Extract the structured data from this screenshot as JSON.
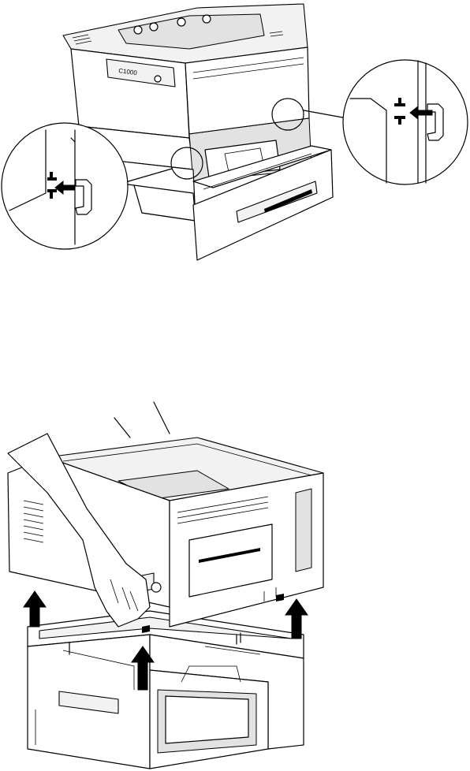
{
  "figures": [
    {
      "step": "install-lock-clips",
      "printer_badge_text": "C1000",
      "callouts": [
        "left-lock-clip-detail",
        "right-lock-clip-detail"
      ]
    },
    {
      "step": "lift-printer-onto-optional-tray-unit",
      "lift_arrows": 3
    }
  ],
  "colors": {
    "line": "#000000",
    "paper": "#ffffff",
    "shade": "#e2e2e2",
    "light": "#f2f2f2"
  }
}
